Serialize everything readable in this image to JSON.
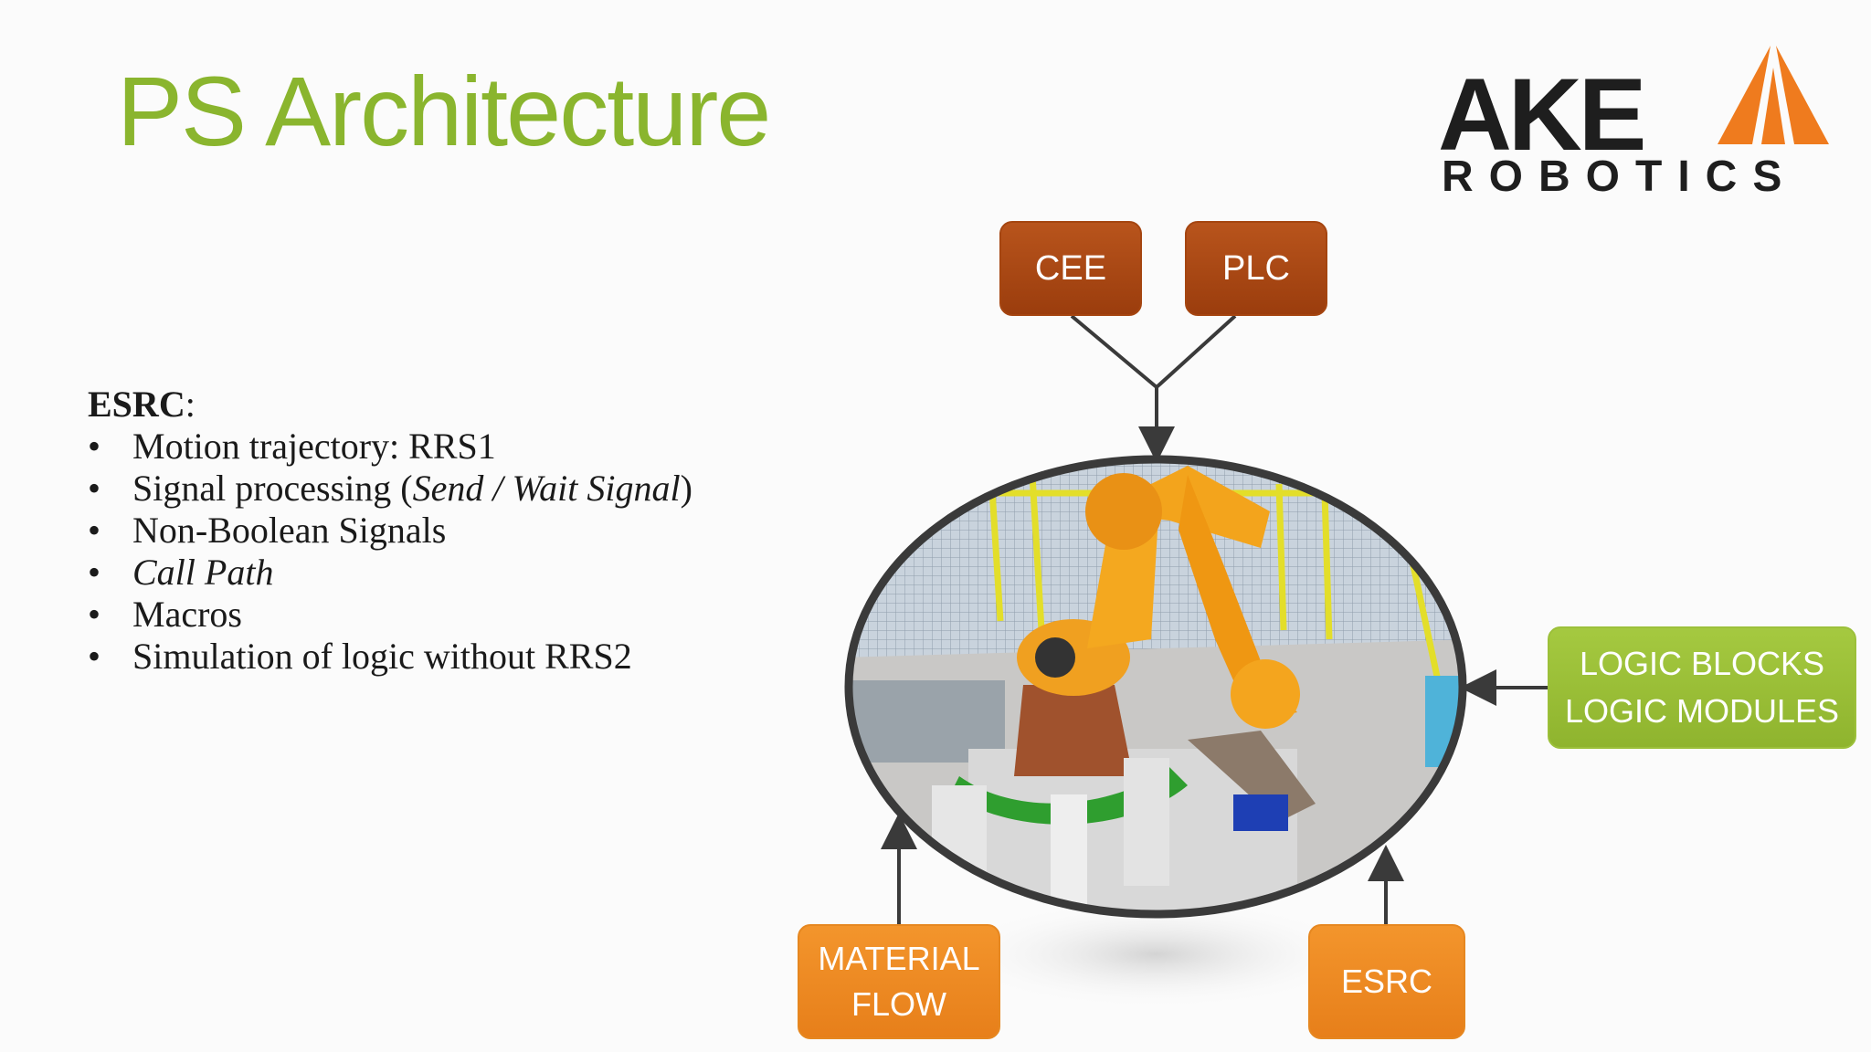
{
  "slide": {
    "title": "PS Architecture"
  },
  "logo": {
    "line1": "AKE",
    "line2": "ROBOTICS",
    "colors": {
      "dark": "#1e1e1e",
      "accent": "#ef7b1e"
    }
  },
  "text_block": {
    "heading": "ESRC",
    "heading_suffix": ":",
    "bullets": {
      "b1": "Motion trajectory: RRS1",
      "b2_pre": "Signal processing (",
      "b2_italic": "Send / Wait Signal",
      "b2_post": ")",
      "b3": "Non-Boolean Signals",
      "b4_italic": "Call Path",
      "b5": "Macros",
      "b6": "Simulation of logic without RRS2"
    }
  },
  "diagram": {
    "boxes": {
      "cee": "CEE",
      "plc": "PLC",
      "logic_line1": "LOGIC BLOCKS",
      "logic_line2": "LOGIC MODULES",
      "material_line1": "MATERIAL",
      "material_line2": "FLOW",
      "esrc": "ESRC"
    },
    "center_image": "robot-cell-simulation",
    "colors": {
      "brown_box": "#a9480f",
      "orange_box": "#ee8a24",
      "green_box": "#9bbf38",
      "title_green": "#8ab52e",
      "arrow": "#3a3a3a"
    }
  }
}
